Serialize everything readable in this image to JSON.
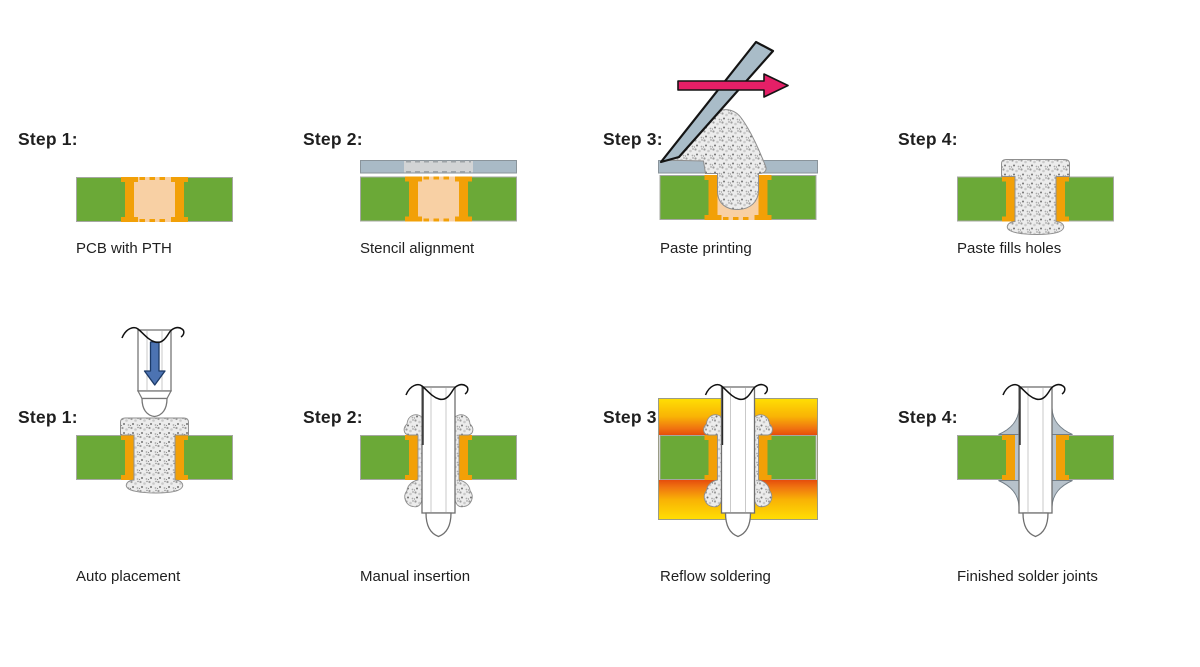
{
  "diagram": {
    "rows": 2,
    "columns": 4,
    "subject": "Pin-in-paste through-hole reflow soldering process"
  },
  "steps": [
    {
      "row": 1,
      "label": "Step 1:",
      "caption": "PCB with PTH"
    },
    {
      "row": 1,
      "label": "Step 2:",
      "caption": "Stencil alignment"
    },
    {
      "row": 1,
      "label": "Step 3:",
      "caption": "Paste printing"
    },
    {
      "row": 1,
      "label": "Step 4:",
      "caption": "Paste fills holes"
    },
    {
      "row": 2,
      "label": "Step 1:",
      "caption": "Auto placement"
    },
    {
      "row": 2,
      "label": "Step 2:",
      "caption": "Manual insertion"
    },
    {
      "row": 2,
      "label": "Step 3:",
      "caption": "Reflow soldering"
    },
    {
      "row": 2,
      "label": "Step 4:",
      "caption": "Finished solder joints"
    }
  ],
  "icons": {
    "print_direction_arrow": "right-arrow",
    "placement_arrow": "down-arrow",
    "pin_break_symbol": "wavy-break-line"
  },
  "colors": {
    "pcb_green": "#6BA937",
    "copper_orange": "#F2A007",
    "hole_peach": "#F8D0A4",
    "stencil_gray": "#A9BAC6",
    "stencil_aperture": "#D2D4D5",
    "squeegee_gray": "#A9BCC8",
    "paste_gray": "#ECECEC",
    "arrow_pink": "#E51F67",
    "arrow_blue": "#4C73B2",
    "heat_yellow": "#FFE003",
    "heat_red": "#E54D0C",
    "solder_gray": "#B7C2CB",
    "text": "#1F1F1F"
  }
}
